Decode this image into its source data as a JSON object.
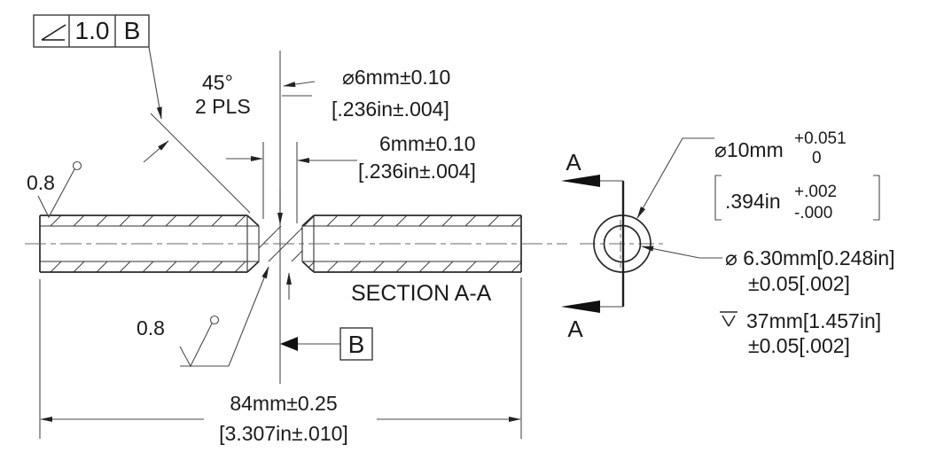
{
  "drawing": {
    "fcf": {
      "symbol": "angularity",
      "tolerance": "1.0",
      "datum": "B"
    },
    "chamfer_note": {
      "angle": "45°",
      "places": "2 PLS"
    },
    "groove_dia": {
      "metric": "⌀6mm±0.10",
      "inch": "[.236in±.004]"
    },
    "groove_len": {
      "metric": "6mm±0.10",
      "inch": "[.236in±.004]"
    },
    "finish_left": "0.8",
    "finish_groove": "0.8",
    "section_label": "SECTION A-A",
    "datum_flag": "B",
    "overall_len": {
      "metric": "84mm±0.25",
      "inch": "[3.307in±.010]"
    },
    "section_arrow_top": "A",
    "section_arrow_bottom": "A",
    "od_dia": {
      "metric": "⌀10mm",
      "tol_plus": "+0.051",
      "tol_minus": "0",
      "inch": ".394in",
      "inch_plus": "+.002",
      "inch_minus": "-.000"
    },
    "bore_dia": {
      "line1": "⌀ 6.30mm[0.248in]",
      "line2": "±0.05[.002]"
    },
    "bore_depth": {
      "line1": "37mm[1.457in]",
      "line2": "±0.05[.002]"
    }
  }
}
